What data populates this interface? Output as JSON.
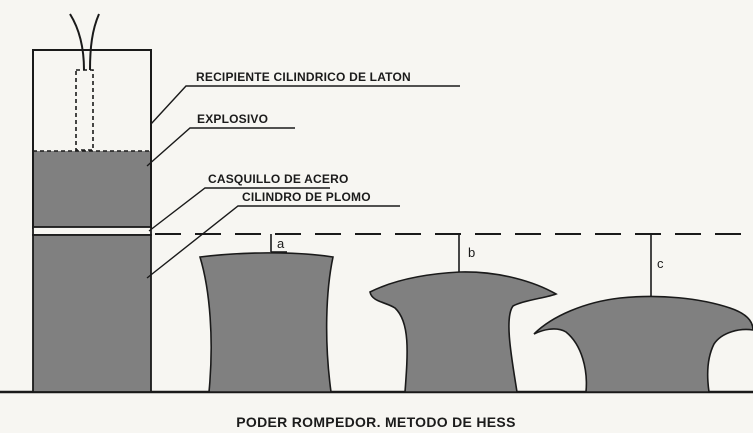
{
  "labels": {
    "container": "RECIPIENTE CILINDRICO DE LATON",
    "explosive": "EXPLOSIVO",
    "steel_cap": "CASQUILLO DE ACERO",
    "lead_cylinder": "CILINDRO DE PLOMO"
  },
  "measures": {
    "a": "a",
    "b": "b",
    "c": "c"
  },
  "caption": "PODER ROMPEDOR. METODO DE HESS",
  "colors": {
    "fill_gray": "#808080",
    "ink": "#1a1a1a",
    "background": "#f7f6f2"
  }
}
